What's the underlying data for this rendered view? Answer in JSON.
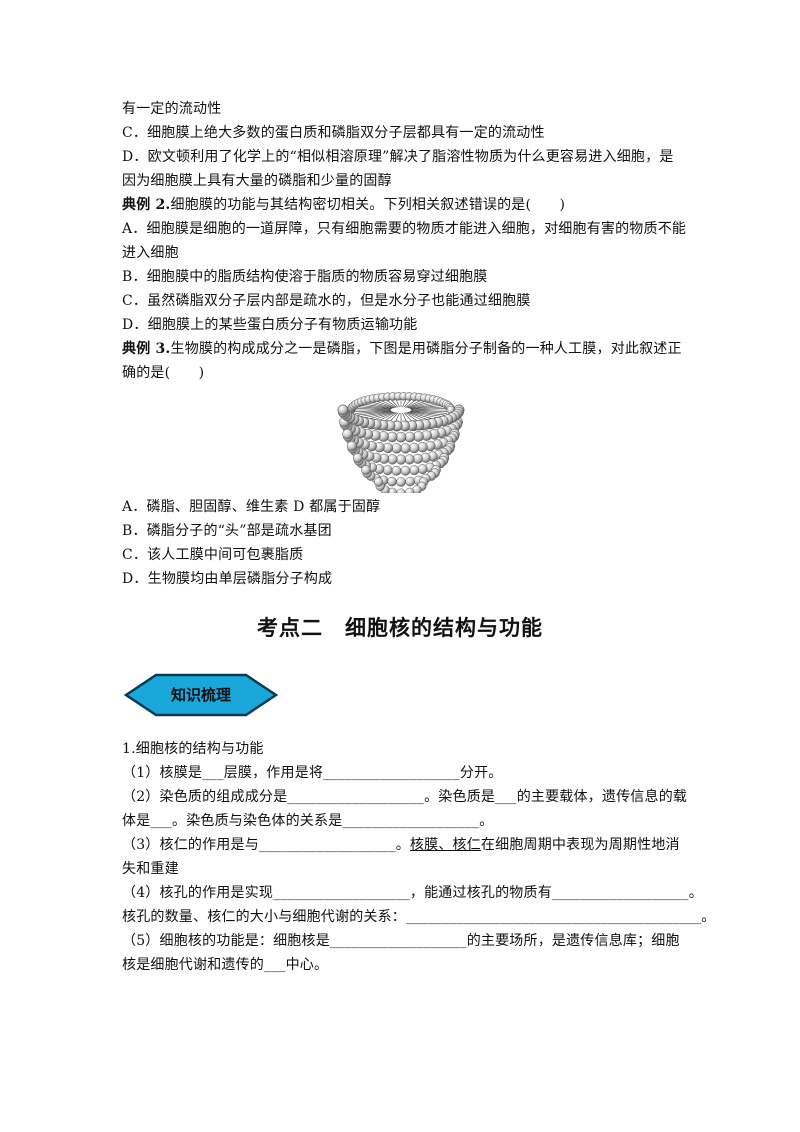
{
  "lines": [
    {
      "text": "有一定的流动性"
    },
    {
      "text": "C．细胞膜上绝大多数的蛋白质和磷脂双分子层都具有一定的流动性"
    },
    {
      "text": "D．欧文顿利用了化学上的“相似相溶原理”解决了脂溶性物质为什么更容易进入细胞，是"
    },
    {
      "text": "因为细胞膜上具有大量的磷脂和少量的固醇"
    },
    {
      "bold": "典例 2.",
      "text": "细胞膜的功能与其结构密切相关。下列相关叙述错误的是(　　)"
    },
    {
      "text": "A．细胞膜是细胞的一道屏障，只有细胞需要的物质才能进入细胞，对细胞有害的物质不能"
    },
    {
      "text": "进入细胞"
    },
    {
      "text": "B．细胞膜中的脂质结构使溶于脂质的物质容易穿过细胞膜"
    },
    {
      "text": "C．虽然磷脂双分子层内部是疏水的，但是水分子也能通过细胞膜"
    },
    {
      "text": "D．细胞膜上的某些蛋白质分子有物质运输功能"
    },
    {
      "bold": "典例 3.",
      "text": "生物膜的构成成分之一是磷脂，下图是用磷脂分子制备的一种人工膜，对此叙述正"
    },
    {
      "text": "确的是(　　)"
    }
  ],
  "options": [
    "A．磷脂、胆固醇、维生素 D 都属于固醇",
    "B．磷脂分子的“头”部是疏水基团",
    "C．该人工膜中间可包裹脂质",
    "D．生物膜均由单层磷脂分子构成"
  ],
  "section_heading": "考点二　细胞核的结构与功能",
  "badge_label": "知识梳理",
  "knowledge": {
    "title": "1.细胞核的结构与功能",
    "l1": "（1）核膜是___层膜，作用是将___________________分开。",
    "l2": "（2）染色质的组成成分是___________________。染色质是___的主要载体，遗传信息的载",
    "l3": "体是___。染色质与染色体的关系是___________________。",
    "l4a": "（3）核仁的作用是与___________________。",
    "l4u": "核膜、核仁",
    "l4b": "在细胞周期中表现为周期性地消",
    "l5": "失和重建",
    "l6": "（4）核孔的作用是实现___________________，能通过核孔的物质有___________________。",
    "l7": "核孔的数量、核仁的大小与细胞代谢的关系：_________________________________________。",
    "l8": "（5）细胞核的功能是：细胞核是___________________的主要场所，是遗传信息库；细胞",
    "l9": "核是细胞代谢和遗传的___中心。"
  },
  "colors": {
    "badge_fill": "#1aa7d9",
    "badge_stroke": "#0b3a55"
  }
}
